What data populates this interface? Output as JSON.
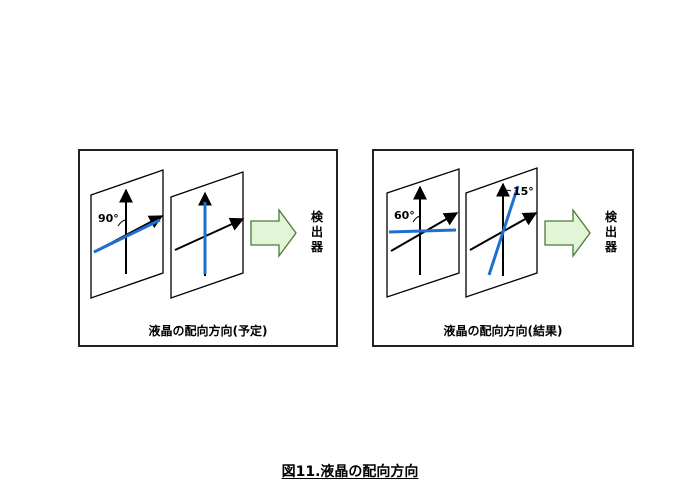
{
  "colors": {
    "frame": "#222222",
    "blue": "#1f6fd1",
    "arrow_fill": "#e2f5d6",
    "arrow_stroke": "#4a7a3a",
    "ink": "#000000"
  },
  "panels": [
    {
      "id": "expected",
      "angle1_label": "90°",
      "caption": "液晶の配向方向(予定)",
      "detector": [
        "検",
        "出",
        "器"
      ]
    },
    {
      "id": "result",
      "angle1_label": "60°",
      "angle2_label": "15°",
      "caption": "液晶の配向方向(結果)",
      "detector": [
        "検",
        "出",
        "器"
      ]
    }
  ],
  "figure_caption": "図11.液晶の配向方向"
}
